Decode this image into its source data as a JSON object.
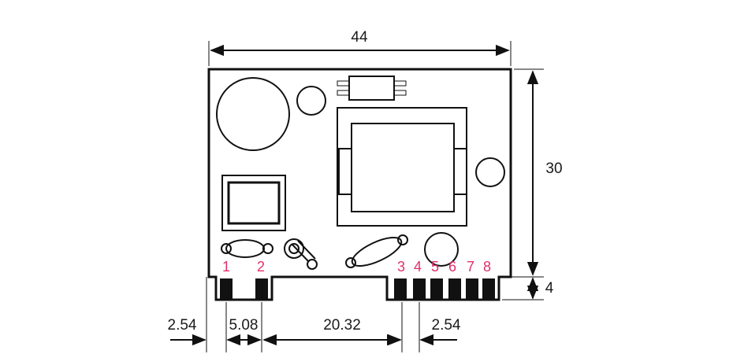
{
  "colors": {
    "line": "#111111",
    "pin_label": "#e0306a",
    "background": "#ffffff"
  },
  "dimensions": {
    "width": "44",
    "height": "30",
    "pin_height": "4",
    "edge_offset": "2.54",
    "pin12_spacing": "5.08",
    "gap": "20.32",
    "pin_pitch": "2.54"
  },
  "pins": [
    "1",
    "2",
    "3",
    "4",
    "5",
    "6",
    "7",
    "8"
  ]
}
